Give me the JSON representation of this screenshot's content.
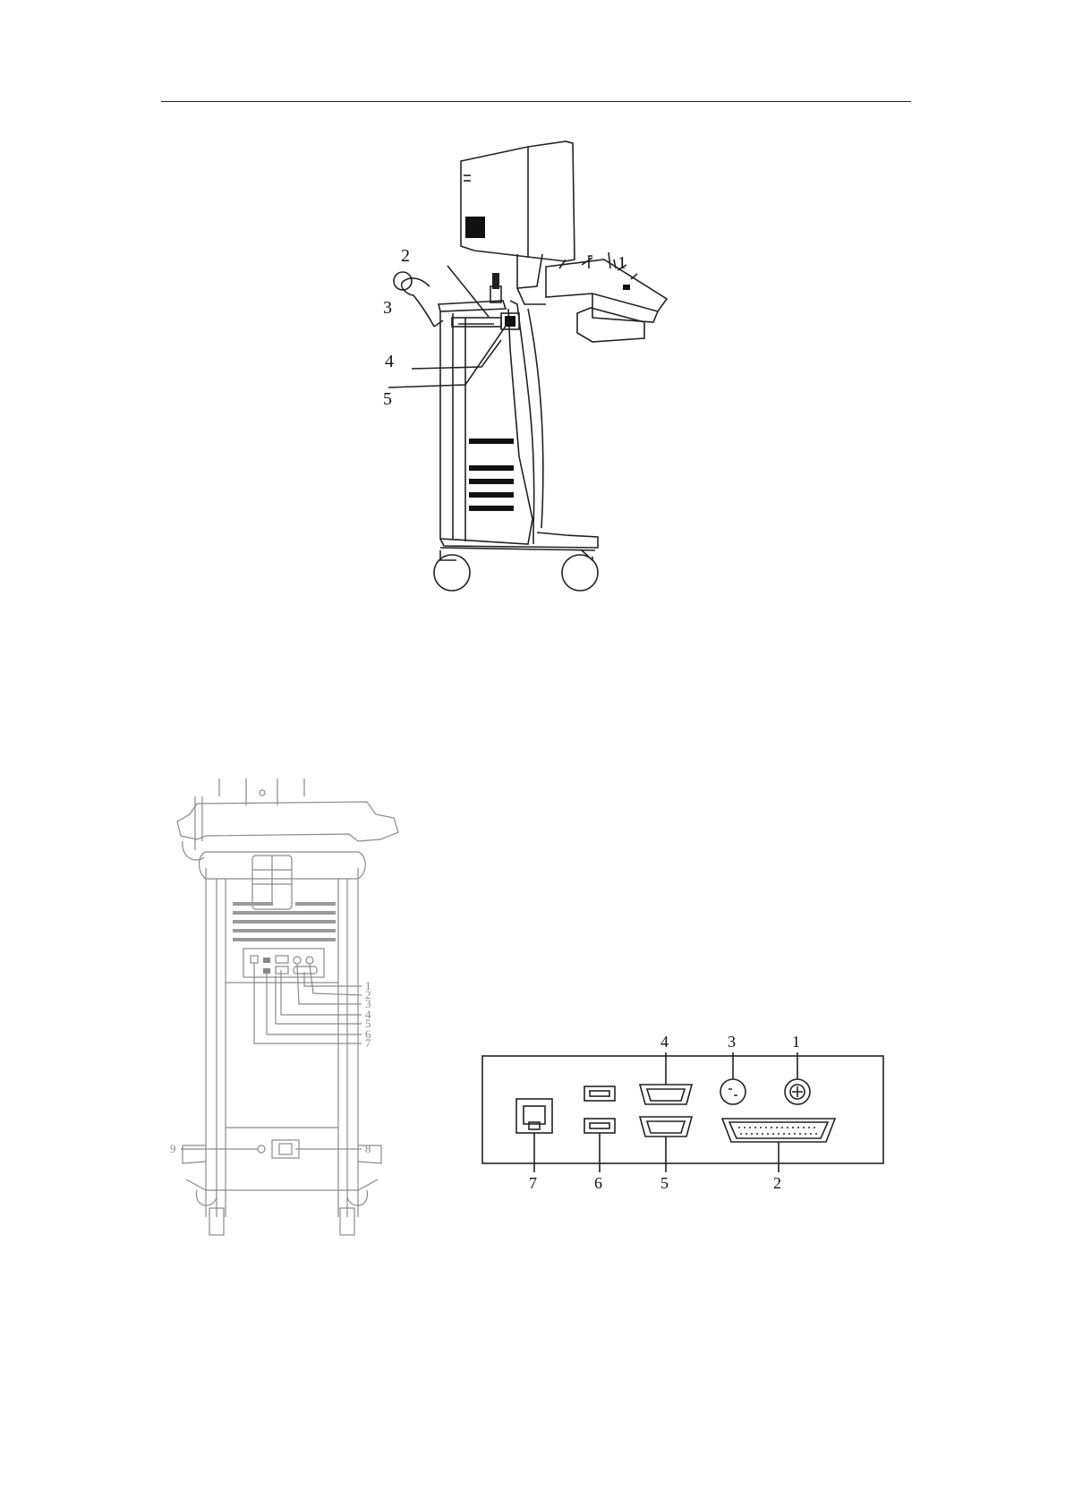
{
  "side_view": {
    "callouts": [
      "1",
      "2",
      "3",
      "4",
      "5"
    ]
  },
  "rear_view": {
    "callouts": [
      "1",
      "2",
      "3",
      "4",
      "5",
      "6",
      "7",
      "8",
      "9"
    ]
  },
  "io_panel": {
    "top_labels": [
      "4",
      "3",
      "1"
    ],
    "bottom_labels": [
      "7",
      "6",
      "5",
      "2"
    ]
  }
}
